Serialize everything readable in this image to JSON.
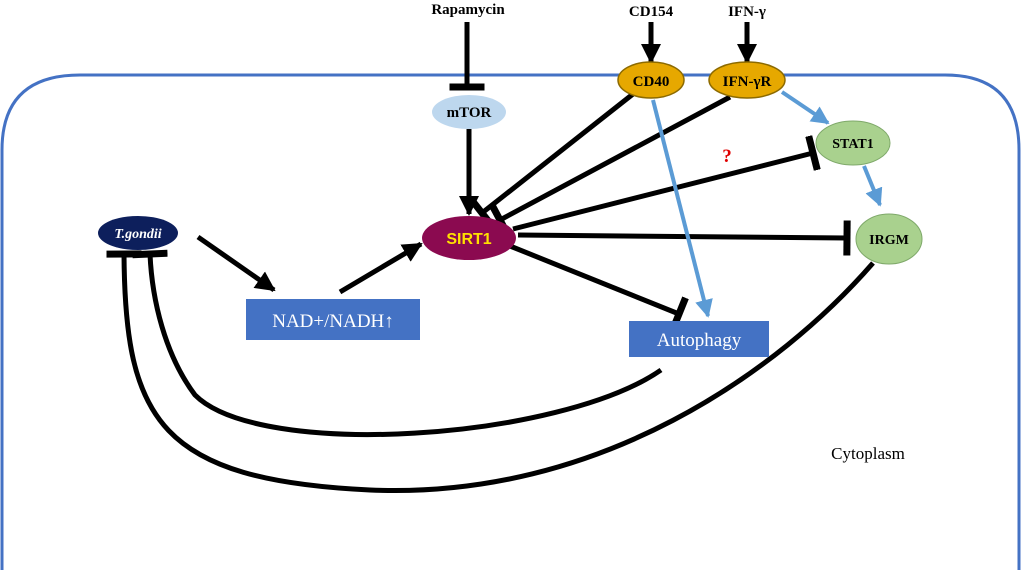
{
  "diagram": {
    "colors": {
      "membrane": "#4472C4",
      "black_edge": "#000000",
      "blue_edge": "#5B9BD5",
      "box_fill": "#4472C4",
      "tgondii_fill": "#0D1F5C",
      "sirt1_fill": "#8B0A50",
      "sirt1_text": "#FFE100",
      "receptor_fill": "#E6A800",
      "mtor_fill": "#BDD7EE",
      "green_fill": "#A9D18E",
      "question_color": "#E00000"
    },
    "external_signals": {
      "rapamycin": "Rapamycin",
      "cd154": "CD154",
      "ifng": "IFN-γ"
    },
    "nodes": {
      "cd40": "CD40",
      "ifngr": "IFN-γR",
      "mtor": "mTOR",
      "stat1": "STAT1",
      "tgondii": "T.gondii",
      "sirt1": "SIRT1",
      "irgm": "IRGM",
      "nad": "NAD+/NADH↑",
      "autophagy": "Autophagy"
    },
    "question_mark": "?",
    "region_label": "Cytoplasm",
    "edges": [
      {
        "from": "Rapamycin",
        "to": "mTOR",
        "type": "inhibit"
      },
      {
        "from": "CD154",
        "to": "CD40",
        "type": "activate"
      },
      {
        "from": "IFN-γ",
        "to": "IFN-γR",
        "type": "activate"
      },
      {
        "from": "mTOR",
        "to": "SIRT1",
        "type": "activate"
      },
      {
        "from": "CD40",
        "to": "SIRT1",
        "type": "inhibit"
      },
      {
        "from": "IFN-γR",
        "to": "SIRT1",
        "type": "inhibit"
      },
      {
        "from": "SIRT1",
        "to": "STAT1",
        "type": "inhibit"
      },
      {
        "from": "SIRT1",
        "to": "IRGM",
        "type": "inhibit"
      },
      {
        "from": "SIRT1",
        "to": "Autophagy",
        "type": "inhibit"
      },
      {
        "from": "CD40",
        "to": "Autophagy",
        "type": "activate"
      },
      {
        "from": "IFN-γR",
        "to": "STAT1",
        "type": "activate"
      },
      {
        "from": "STAT1",
        "to": "IRGM",
        "type": "activate"
      },
      {
        "from": "T.gondii",
        "to": "NAD+/NADH↑",
        "type": "activate"
      },
      {
        "from": "NAD+/NADH↑",
        "to": "SIRT1",
        "type": "activate"
      },
      {
        "from": "Autophagy",
        "to": "T.gondii",
        "type": "inhibit"
      },
      {
        "from": "IRGM",
        "to": "T.gondii",
        "type": "inhibit"
      }
    ]
  }
}
